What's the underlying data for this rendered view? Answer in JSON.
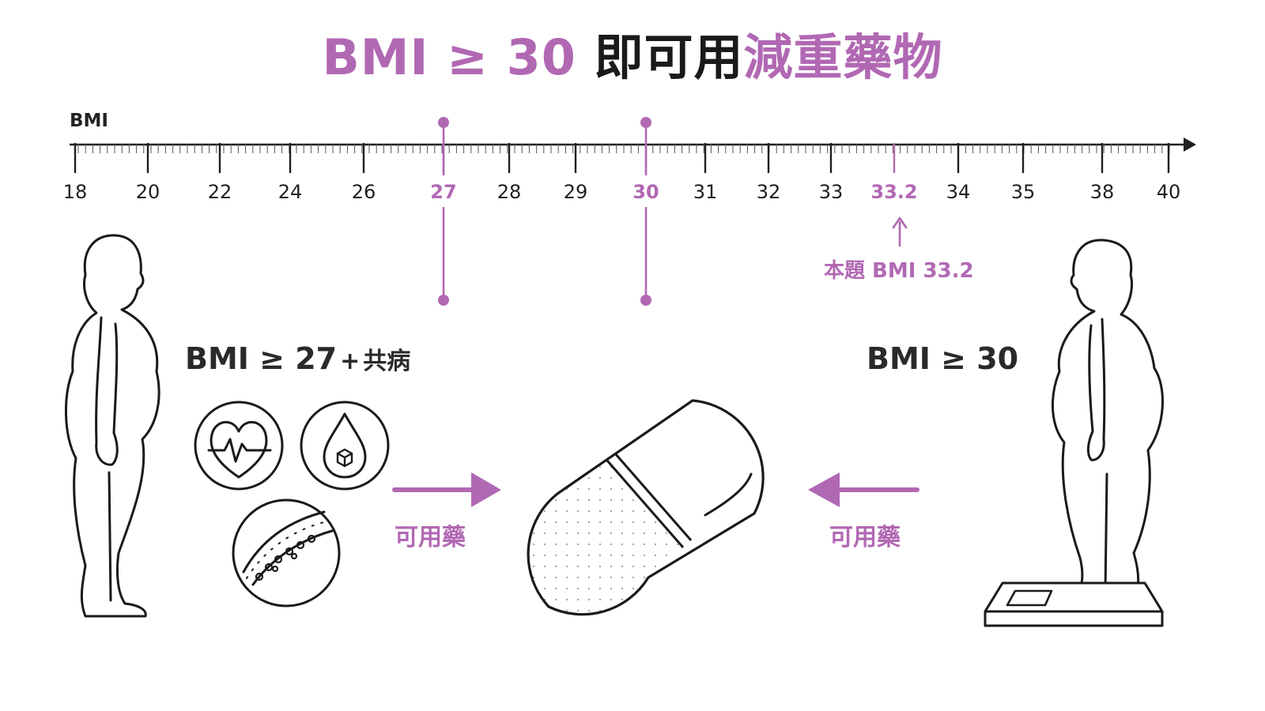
{
  "title": {
    "part1": "BMI ≥ 30",
    "part2": "即可用",
    "part3": "減重藥物"
  },
  "axis": {
    "name": "BMI",
    "ticks": [
      "18",
      "20",
      "22",
      "24",
      "26",
      "27",
      "28",
      "29",
      "30",
      "31",
      "32",
      "33",
      "33.2",
      "34",
      "35",
      "38",
      "40"
    ],
    "highlighted": [
      "27",
      "30",
      "33.2"
    ]
  },
  "current_marker": {
    "label": "本題 BMI 33.2",
    "value": 33.2
  },
  "criteria": {
    "left": {
      "main": "BMI ≥ 27",
      "plus": "+",
      "tail": "共病"
    },
    "right": "BMI ≥ 30"
  },
  "arrow_labels": {
    "left": "可用藥",
    "right": "可用藥"
  },
  "icons": {
    "heart": "heart-pulse-icon",
    "drop": "blood-sugar-drop-icon",
    "vessel": "blood-vessel-icon",
    "pill": "capsule-pill-icon",
    "scale": "bathroom-scale-icon"
  },
  "colors": {
    "accent": "#b168b3",
    "ink": "#1f1f1f"
  }
}
